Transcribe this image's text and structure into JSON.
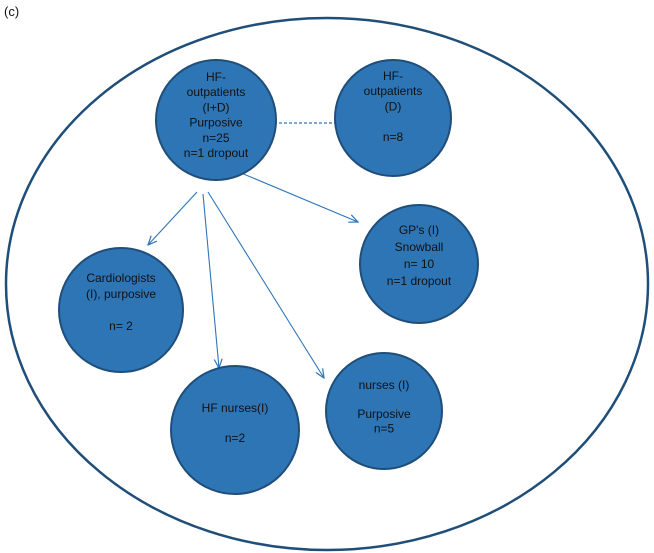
{
  "figure_label": "(c)",
  "colors": {
    "node_fill": "#2E75B6",
    "node_stroke": "#1F4E79",
    "edge": "#2E75B6",
    "outer_border": "#1F4E79"
  },
  "nodes": {
    "hf_out_id": {
      "lines": [
        "HF-",
        "outpatients",
        "(I+D)",
        "Purposive",
        "n=25",
        "n=1 dropout"
      ]
    },
    "hf_out_d": {
      "lines": [
        "HF-",
        "outpatients",
        "(D)",
        "",
        "n=8"
      ]
    },
    "gps": {
      "lines": [
        "GP's (I)",
        "Snowball",
        "n= 10",
        "n=1 dropout"
      ]
    },
    "cardio": {
      "lines": [
        "Cardiologists",
        "(I), purposive",
        "",
        "n= 2"
      ]
    },
    "nurses": {
      "lines": [
        "nurses (I)",
        "",
        "Purposive",
        "n=5"
      ]
    },
    "hf_nurses": {
      "lines": [
        "HF nurses(I)",
        "",
        "n=2"
      ]
    }
  }
}
